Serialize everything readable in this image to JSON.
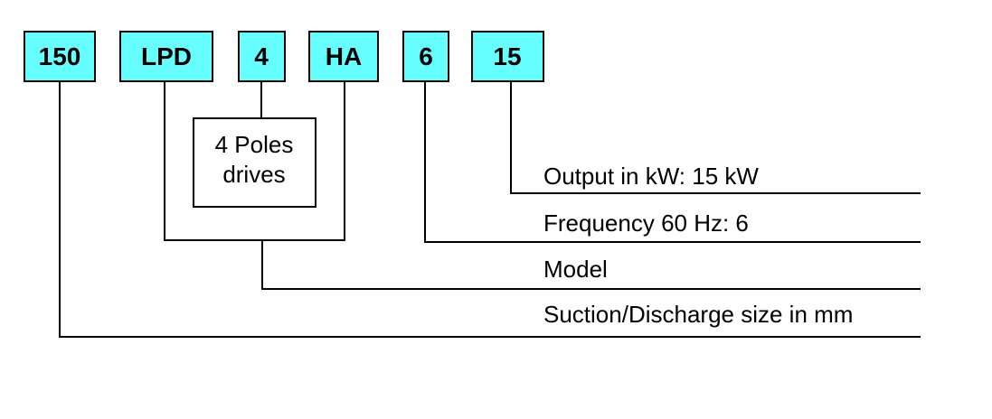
{
  "colors": {
    "code_box_fill": "#66ffff",
    "line": "#000000"
  },
  "codes": [
    {
      "id": "size",
      "text": "150"
    },
    {
      "id": "model",
      "text": "LPD"
    },
    {
      "id": "poles",
      "text": "4"
    },
    {
      "id": "type",
      "text": "HA"
    },
    {
      "id": "freq",
      "text": "6"
    },
    {
      "id": "power",
      "text": "15"
    }
  ],
  "note": {
    "line1": "4 Poles",
    "line2": "drives"
  },
  "labels": {
    "output": "Output in kW: 15 kW",
    "frequency": "Frequency 60 Hz: 6",
    "model": "Model",
    "size": "Suction/Discharge size in mm"
  }
}
